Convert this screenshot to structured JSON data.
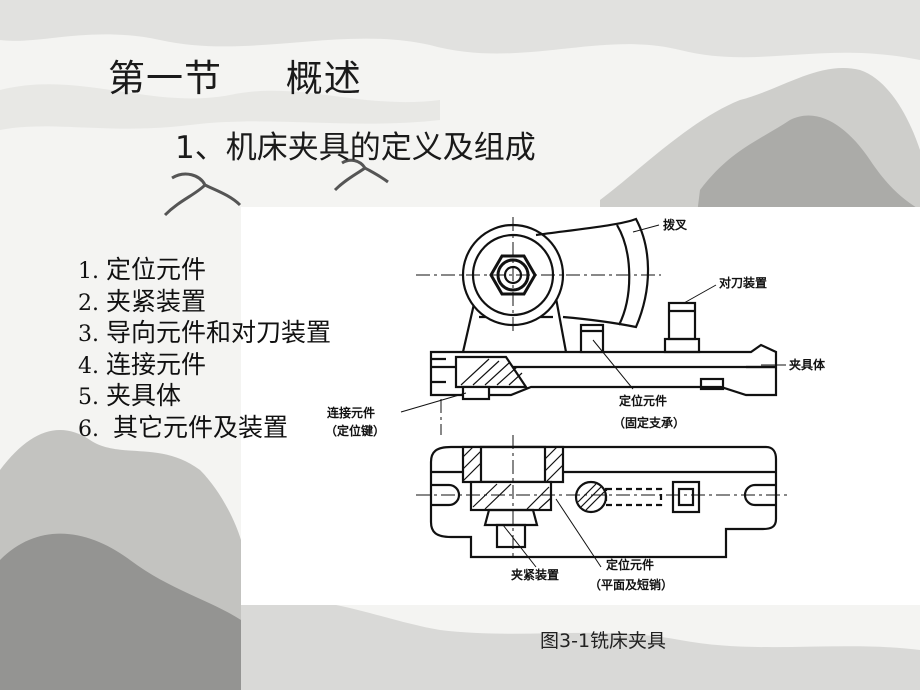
{
  "slide": {
    "title": "第一节     概述",
    "subtitle": "1、机床夹具的定义及组成"
  },
  "components": [
    {
      "num": "1. ",
      "label": "定位元件"
    },
    {
      "num": "2. ",
      "label": "夹紧装置"
    },
    {
      "num": "3. ",
      "label": "导向元件和对刀装置"
    },
    {
      "num": "4. ",
      "label": "连接元件"
    },
    {
      "num": "5. ",
      "label": "夹具体"
    },
    {
      "num": "6.  ",
      "label": "其它元件及装置"
    }
  ],
  "diagram": {
    "labels": {
      "shift_fork": "拨叉",
      "tool_setting_device": "对刀装置",
      "fixture_body": "夹具体",
      "locating_element_top": "定位元件",
      "locating_element_top_sub": "（固定支承）",
      "connecting_element": "连接元件",
      "connecting_element_sub": "（定位键）",
      "clamping_device": "夹紧装置",
      "locating_element_bottom": "定位元件",
      "locating_element_bottom_sub": "（平面及短销）"
    },
    "caption": "图3-1铣床夹具"
  },
  "colors": {
    "ink": "#111111",
    "panel": "#ffffff",
    "background": "#f4f4f2"
  }
}
